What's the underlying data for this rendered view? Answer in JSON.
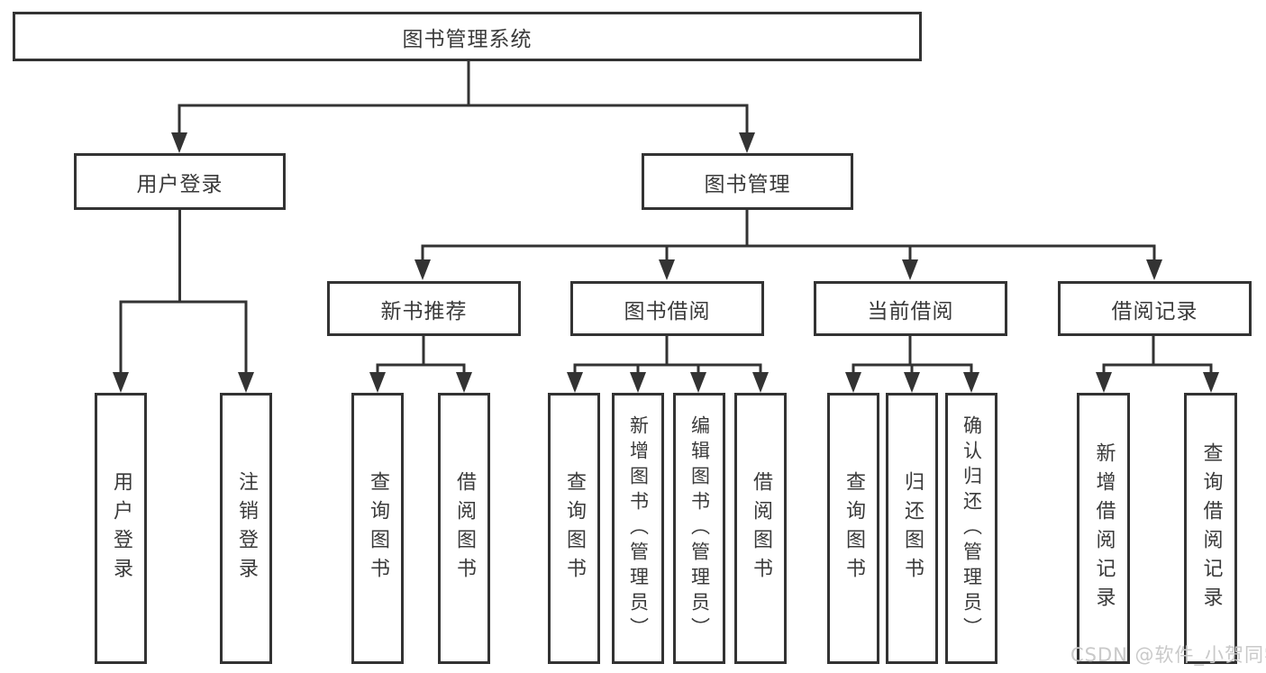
{
  "diagram": {
    "root": "图书管理系统",
    "level2": [
      "用户登录",
      "图书管理"
    ],
    "modules": [
      "新书推荐",
      "图书借阅",
      "当前借阅",
      "借阅记录"
    ],
    "leaves_user_login": [
      "用户登录",
      "注销登录"
    ],
    "leaves_new_book": [
      "查询图书",
      "借阅图书"
    ],
    "leaves_book_borrow": [
      "查询图书",
      "新增图书（管理员）",
      "编辑图书（管理员）",
      "借阅图书"
    ],
    "leaves_current_borrow": [
      "查询图书",
      "归还图书",
      "确认归还（管理员）"
    ],
    "leaves_borrow_record": [
      "新增借阅记录",
      "查询借阅记录"
    ]
  },
  "watermark": "CSDN @软件_小贺同学",
  "colors": {
    "line": "#333333",
    "box_border": "#333333",
    "text": "#3a3a3a",
    "watermark": "#c9c9c9",
    "background": "#ffffff"
  }
}
